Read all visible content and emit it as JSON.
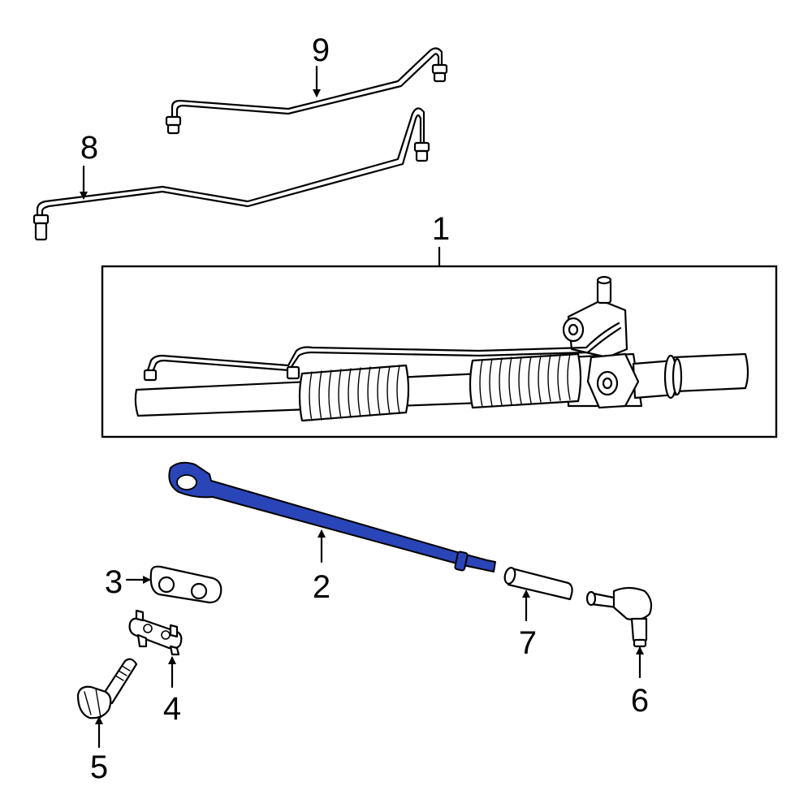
{
  "highlight_color": "#2a45b8",
  "callouts": {
    "c1": "1",
    "c2": "2",
    "c3": "3",
    "c4": "4",
    "c5": "5",
    "c6": "6",
    "c7": "7",
    "c8": "8",
    "c9": "9"
  }
}
